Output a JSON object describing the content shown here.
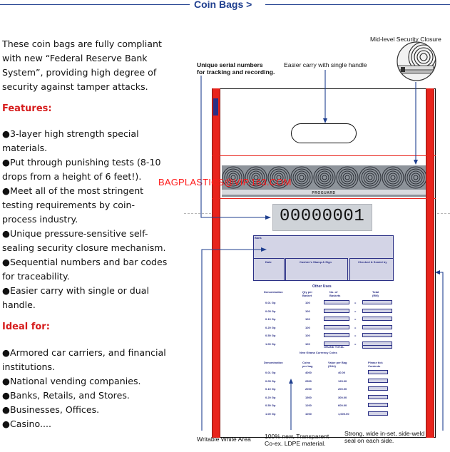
{
  "header": {
    "title": "Coin Bags >"
  },
  "intro": {
    "lines": [
      "These coin bags are fully compliant",
      "with new “Federal Reserve Bank",
      "System”, providing high degree of",
      "security against tamper attacks."
    ]
  },
  "features": {
    "title": "Features:",
    "lines": [
      "●3-layer high strength special",
      "materials.",
      "●Put through punishing tests (8-10",
      "drops from a height of 6 feet!).",
      "●Meet all of the most stringent",
      "testing  requirements by coin-",
      "process industry.",
      "●Unique pressure-sensitive self-",
      "sealing security closure mechanism.",
      "●Sequential numbers and bar codes",
      "for traceability.",
      "●Easier carry with single or dual",
      "handle."
    ]
  },
  "ideal": {
    "title": "Ideal for:",
    "lines": [
      "●Armored car carriers, and financial",
      "institutions.",
      "●National vending companies.",
      "●Banks, Retails, and Stores.",
      "●Businesses, Offices.",
      "●Casino...."
    ]
  },
  "diagram": {
    "callouts": {
      "mid_level_closure": "Mid-level Security Closure",
      "serial_line1": "Unique serial numbers",
      "serial_line2": "for tracking and recording.",
      "easier_carry": "Easier carry with single handle",
      "writable": "Writable White Area",
      "transparent_line1": "100% new, Transparent",
      "transparent_line2": "Co-ex. LDPE material.",
      "weld_line1": "Strong, wide in-set, side-weld",
      "weld_line2": "seal on each side."
    },
    "watermark": "BAGPLASTICS@VIP.163.COM",
    "serial_number": "00000001",
    "strip_text": "PROGUARD",
    "form": {
      "bank_label": "Bank",
      "date_label": "Date",
      "cashier_label": "Cashier's Stamp & Sign",
      "checked_label": "Checked & Sealed by",
      "other_uses_title": "Other Uses",
      "other_headers": [
        "Denomination",
        "Qty per Basket",
        "No. of Baskets",
        "Total (RM)"
      ],
      "other_rows": [
        {
          "denom": "0.01 Gp",
          "qty": "100"
        },
        {
          "denom": "0.05 Gp",
          "qty": "100"
        },
        {
          "denom": "0.10 Gp",
          "qty": "100"
        },
        {
          "denom": "0.20 Gp",
          "qty": "100"
        },
        {
          "denom": "0.50 Gp",
          "qty": "100"
        },
        {
          "denom": "1.00 Gp",
          "qty": "100"
        }
      ],
      "grand_total_label": "GRAND TOTAL",
      "new_coins_title": "New Ghana Currency Coins",
      "coin_headers": [
        "Denomination",
        "Coins per bag",
        "Value per Bag (GH¢)",
        "Please tick Contents"
      ],
      "coin_rows": [
        {
          "denom": "0.01 Gp",
          "coins": "4000",
          "value": "40.00"
        },
        {
          "denom": "0.05 Gp",
          "coins": "2500",
          "value": "125.00"
        },
        {
          "denom": "0.10 Gp",
          "coins": "2000",
          "value": "200.00"
        },
        {
          "denom": "0.20 Gp",
          "coins": "1500",
          "value": "300.00"
        },
        {
          "denom": "0.50 Gp",
          "coins": "1200",
          "value": "600.00"
        },
        {
          "denom": "1.00 Gp",
          "coins": "1000",
          "value": "1,000.00"
        }
      ]
    }
  },
  "colors": {
    "title_blue": "#1f3f8f",
    "section_red": "#d61c1c",
    "bag_red": "#e8241c",
    "form_navy": "#2a2f85",
    "form_fill": "#d3d4e6"
  }
}
